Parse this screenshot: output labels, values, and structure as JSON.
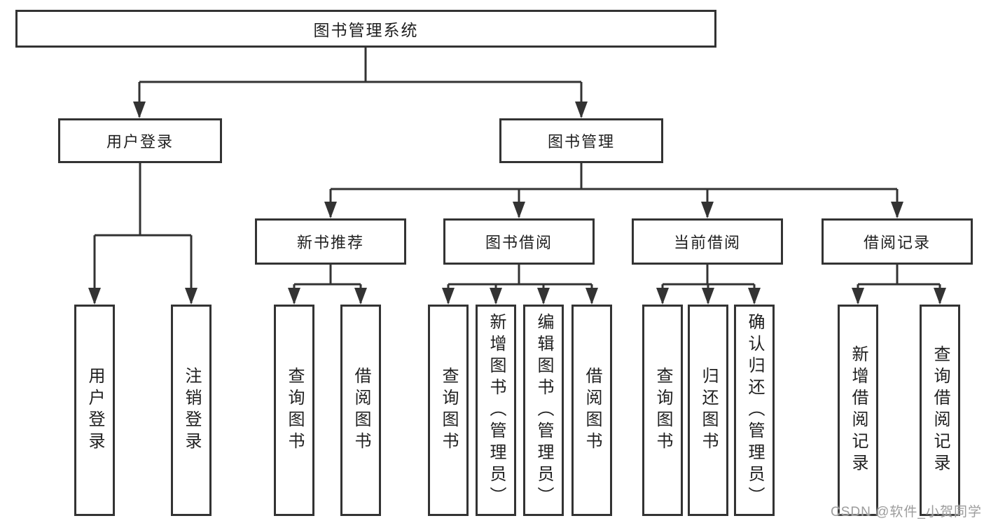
{
  "diagram": {
    "root": {
      "label": "图书管理系统"
    },
    "level2": [
      {
        "label": "用户登录"
      },
      {
        "label": "图书管理"
      }
    ],
    "level3": [
      {
        "label": "新书推荐"
      },
      {
        "label": "图书借阅"
      },
      {
        "label": "当前借阅"
      },
      {
        "label": "借阅记录"
      }
    ],
    "leaves": {
      "user_login": [
        {
          "label": "用户登录"
        },
        {
          "label": "注销登录"
        }
      ],
      "new_book_recommend": [
        {
          "label": "查询图书"
        },
        {
          "label": "借阅图书"
        }
      ],
      "book_borrow": [
        {
          "label": "查询图书"
        },
        {
          "label": "新增图书（管理员）"
        },
        {
          "label": "编辑图书（管理员）"
        },
        {
          "label": "借阅图书"
        }
      ],
      "current_borrow": [
        {
          "label": "查询图书"
        },
        {
          "label": "归还图书"
        },
        {
          "label": "确认归还（管理员）"
        }
      ],
      "borrow_records": [
        {
          "label": "新增借阅记录"
        },
        {
          "label": "查询借阅记录"
        }
      ]
    },
    "colors": {
      "line": "#333333",
      "text": "#1f1f1f",
      "watermark_text": "#9c9c9c"
    },
    "watermark": "CSDN @软件_小贺同学"
  }
}
